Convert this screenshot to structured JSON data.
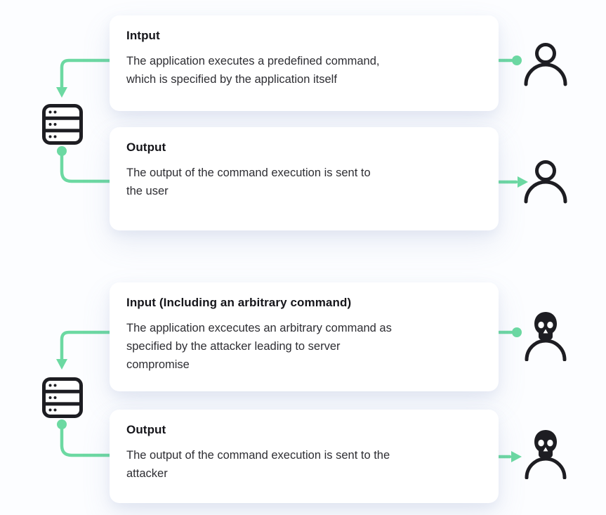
{
  "colors": {
    "accent_green": "#6cd9a2",
    "icon_ink": "#1d1d22",
    "card_background": "#ffffff",
    "page_background": "#fcfdff",
    "body_text": "#2e2e33"
  },
  "sections": [
    {
      "id": "normal-flow",
      "input_card": {
        "title": "Intput",
        "body": "The application executes a predefined command,\nwhich is specified by the application itself"
      },
      "output_card": {
        "title": "Output",
        "body": "The output of the command execution is sent to\nthe user"
      },
      "left_node": "server",
      "right_actor": "user"
    },
    {
      "id": "attack-flow",
      "input_card": {
        "title": "Input (Including an arbitrary command)",
        "body": "The application excecutes an arbitrary command as\nspecified by the attacker leading to server\ncompromise"
      },
      "output_card": {
        "title": "Output",
        "body": "The output of the command execution is sent to the\nattacker"
      },
      "left_node": "server",
      "right_actor": "attacker"
    }
  ]
}
